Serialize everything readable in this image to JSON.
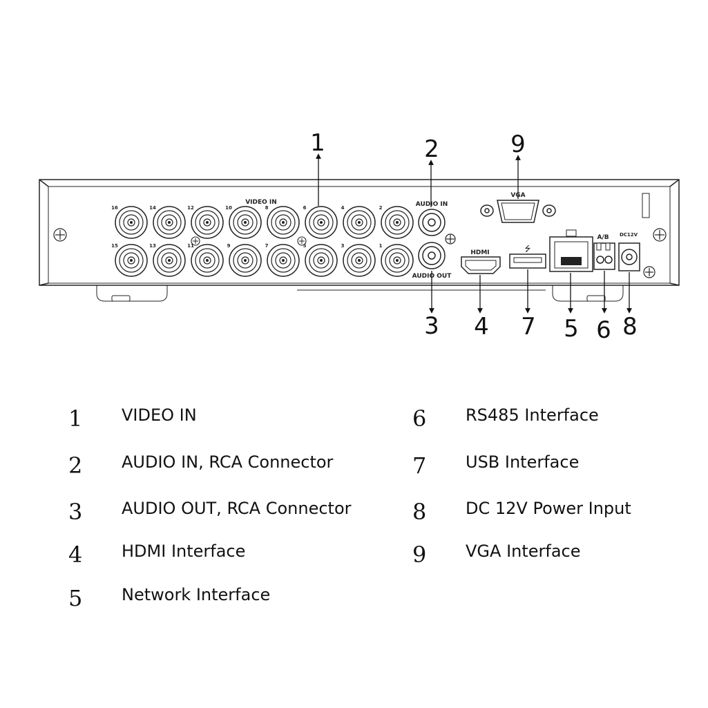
{
  "panel": {
    "video_in_label": "VIDEO IN",
    "audio_in_label": "AUDIO IN",
    "audio_out_label": "AUDIO OUT",
    "vga_label": "VGA",
    "hdmi_label": "HDMI",
    "rs485_label": "A/B",
    "dc_label": "DC12V",
    "bnc_top_numbers": [
      "16",
      "14",
      "12",
      "10",
      "8",
      "6",
      "4",
      "2"
    ],
    "bnc_bottom_numbers": [
      "15",
      "13",
      "11",
      "9",
      "7",
      "5",
      "3",
      "1"
    ]
  },
  "callouts": [
    "1",
    "2",
    "3",
    "4",
    "5",
    "6",
    "7",
    "8",
    "9"
  ],
  "legend": [
    {
      "num": "1",
      "text": "VIDEO IN"
    },
    {
      "num": "2",
      "text": "AUDIO IN, RCA Connector"
    },
    {
      "num": "3",
      "text": "AUDIO OUT, RCA Connector"
    },
    {
      "num": "4",
      "text": "HDMI Interface"
    },
    {
      "num": "5",
      "text": "Network Interface"
    },
    {
      "num": "6",
      "text": "RS485 Interface"
    },
    {
      "num": "7",
      "text": "USB Interface"
    },
    {
      "num": "8",
      "text": "DC 12V Power Input"
    },
    {
      "num": "9",
      "text": "VGA Interface"
    }
  ]
}
